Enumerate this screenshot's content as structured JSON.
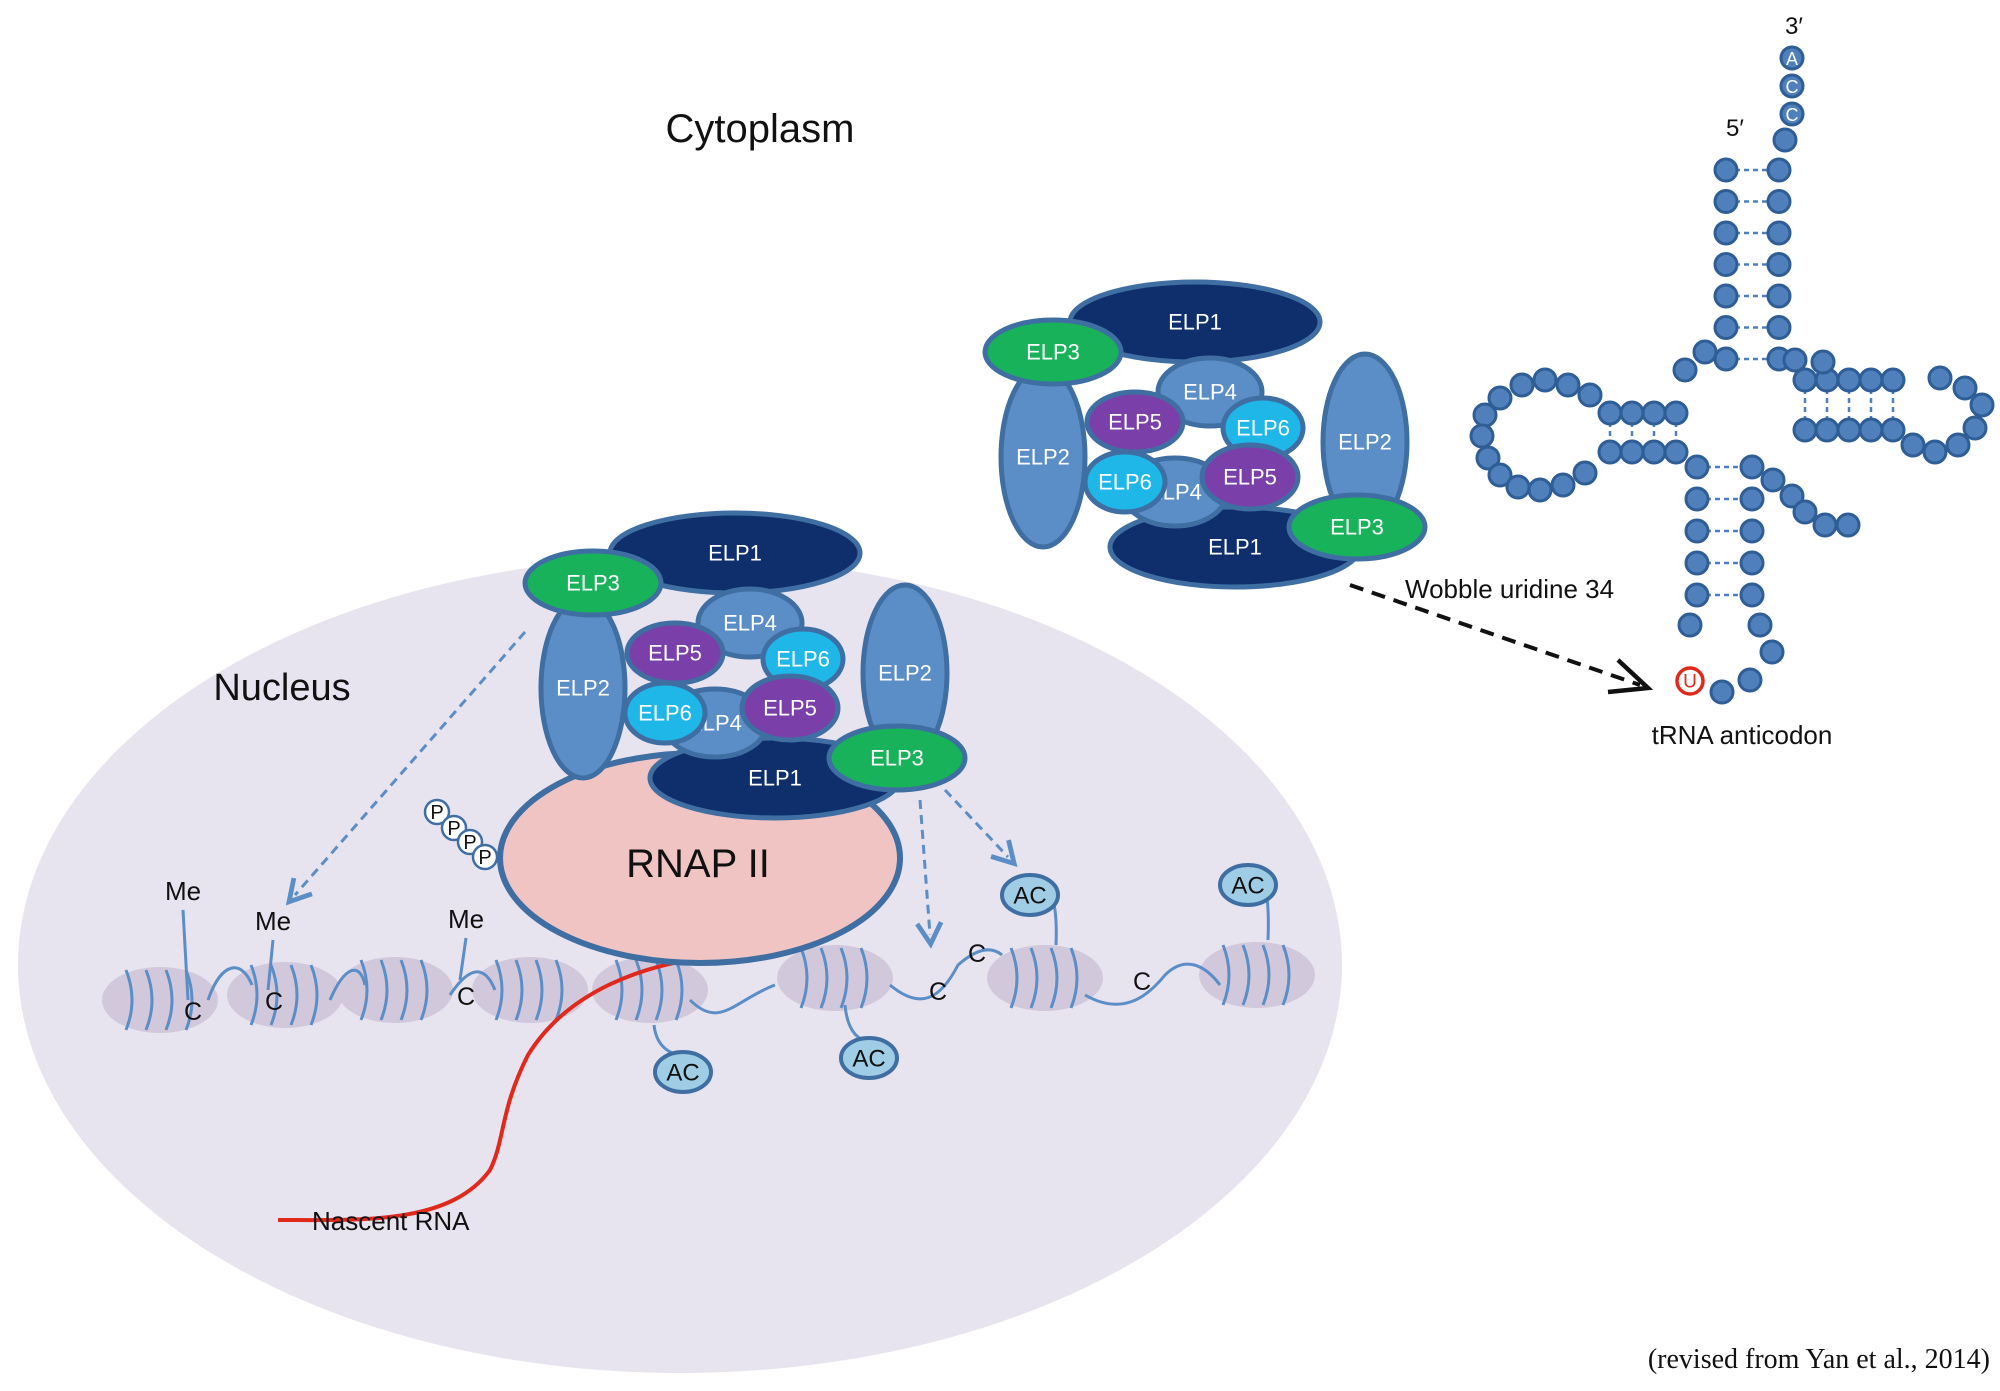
{
  "regions": {
    "cytoplasm": "Cytoplasm",
    "nucleus": "Nucleus"
  },
  "complex": {
    "elp1": "ELP1",
    "elp2": "ELP2",
    "elp3": "ELP3",
    "elp4": "ELP4",
    "elp5": "ELP5",
    "elp6": "ELP6"
  },
  "rnap": "RNAP II",
  "phospho": "P",
  "methyl": "Me",
  "cytosine": "C",
  "acetyl": "AC",
  "nascent_rna": "Nascent RNA",
  "trna": {
    "label": "tRNA anticodon",
    "five_prime": "5′",
    "three_prime": "3′",
    "tail": [
      "A",
      "C",
      "C"
    ],
    "wobble_base": "U"
  },
  "wobble_label": "Wobble uridine 34",
  "citation": "(revised from Yan et al., 2014)",
  "colors": {
    "elp1": "#0e2f6b",
    "elp2": "#5b8ec6",
    "elp3": "#18b25a",
    "elp4": "#5b8ec6",
    "elp5": "#7a3fa8",
    "elp6": "#1fb6e8",
    "outline": "#3f6ea3",
    "nucleus": "#e7e3ef",
    "rnap": "#efc4c2",
    "nucleosome": "#d2c8dc",
    "dna": "#5b8ec6",
    "nascent_rna": "#e0281b",
    "bead": "#4f80bb",
    "acetyl": "#9fcde6"
  }
}
